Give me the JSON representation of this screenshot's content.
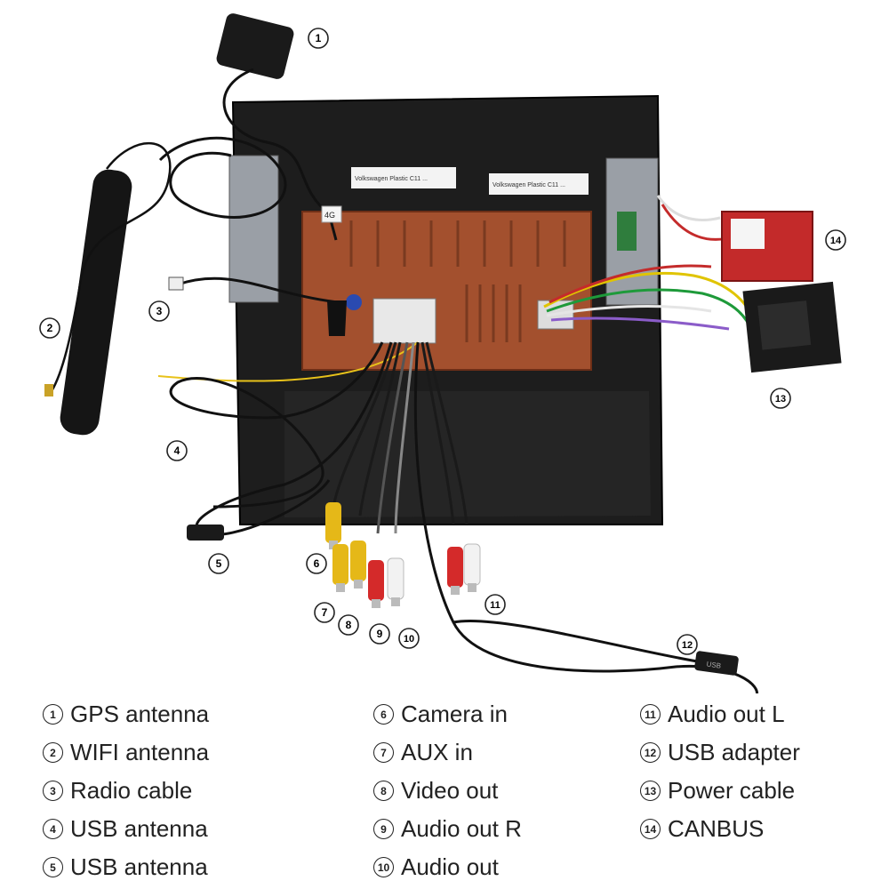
{
  "chassis_labels": {
    "left": "Volkswagen Plastic C11 ...",
    "right": "Volkswagen Plastic C11 ..."
  },
  "markers": {
    "gps_tag": "4G",
    "usb_tag": "USB"
  },
  "callouts": [
    "1",
    "2",
    "3",
    "4",
    "5",
    "6",
    "7",
    "8",
    "9",
    "10",
    "11",
    "12",
    "13",
    "14"
  ],
  "legend": {
    "col1": [
      {
        "num": "1",
        "label": "GPS antenna"
      },
      {
        "num": "2",
        "label": "WIFI antenna"
      },
      {
        "num": "3",
        "label": "Radio cable"
      },
      {
        "num": "4",
        "label": "USB antenna"
      },
      {
        "num": "5",
        "label": "USB antenna"
      }
    ],
    "col2": [
      {
        "num": "6",
        "label": "Camera in"
      },
      {
        "num": "7",
        "label": "AUX in"
      },
      {
        "num": "8",
        "label": "Video out"
      },
      {
        "num": "9",
        "label": "Audio out R"
      },
      {
        "num": "10",
        "label": "Audio out"
      }
    ],
    "col3": [
      {
        "num": "11",
        "label": "Audio out L"
      },
      {
        "num": "12",
        "label": "USB adapter"
      },
      {
        "num": "13",
        "label": "Power cable"
      },
      {
        "num": "14",
        "label": "CANBUS"
      }
    ]
  }
}
